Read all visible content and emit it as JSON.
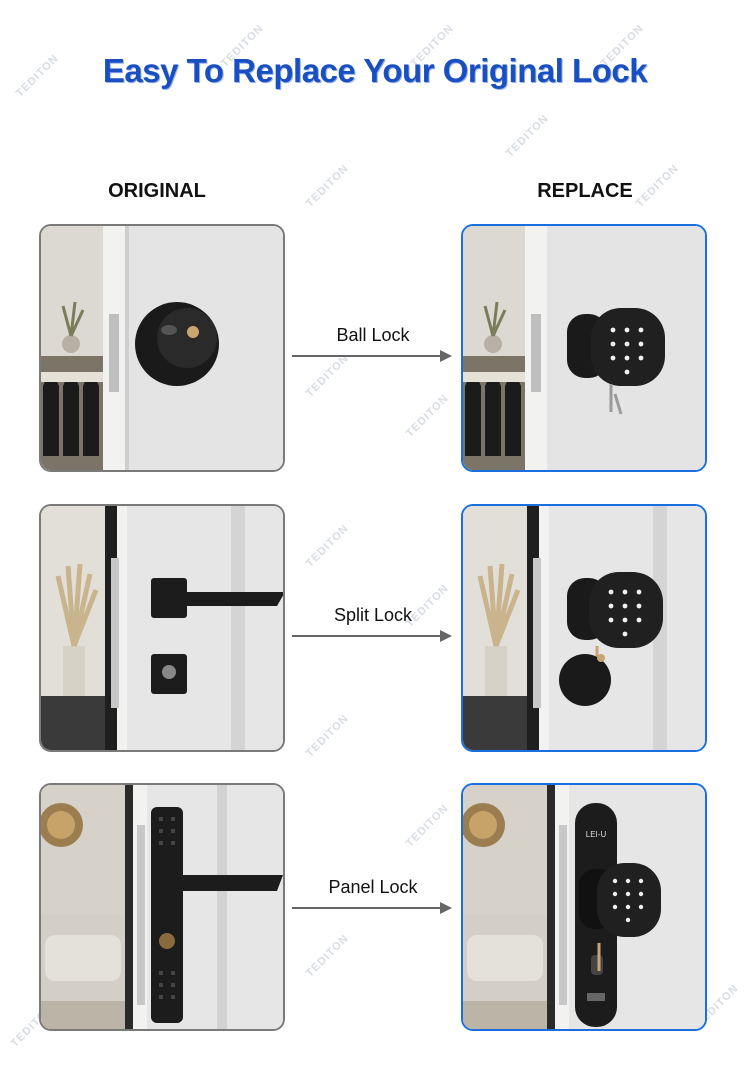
{
  "title": "Easy To Replace Your Original Lock",
  "columns": {
    "left": "ORIGINAL",
    "right": "REPLACE"
  },
  "rows": [
    {
      "label": "Ball Lock",
      "original": "ball-knob-lock-photo",
      "replacement": "keypad-knob-lock-photo"
    },
    {
      "label": "Split Lock",
      "original": "lever-handle-with-deadbolt-photo",
      "replacement": "keypad-knob-lock-with-cover-photo"
    },
    {
      "label": "Panel Lock",
      "original": "panel-lever-lock-photo",
      "replacement": "keypad-knob-panel-lock-photo"
    }
  ],
  "watermark": "TEDITON",
  "panel_brand": "LEI-U",
  "colors": {
    "title": "#1a4fc2",
    "original_border": "#7a7a7a",
    "replace_border": "#1a6fe0",
    "arrow": "#666666"
  }
}
